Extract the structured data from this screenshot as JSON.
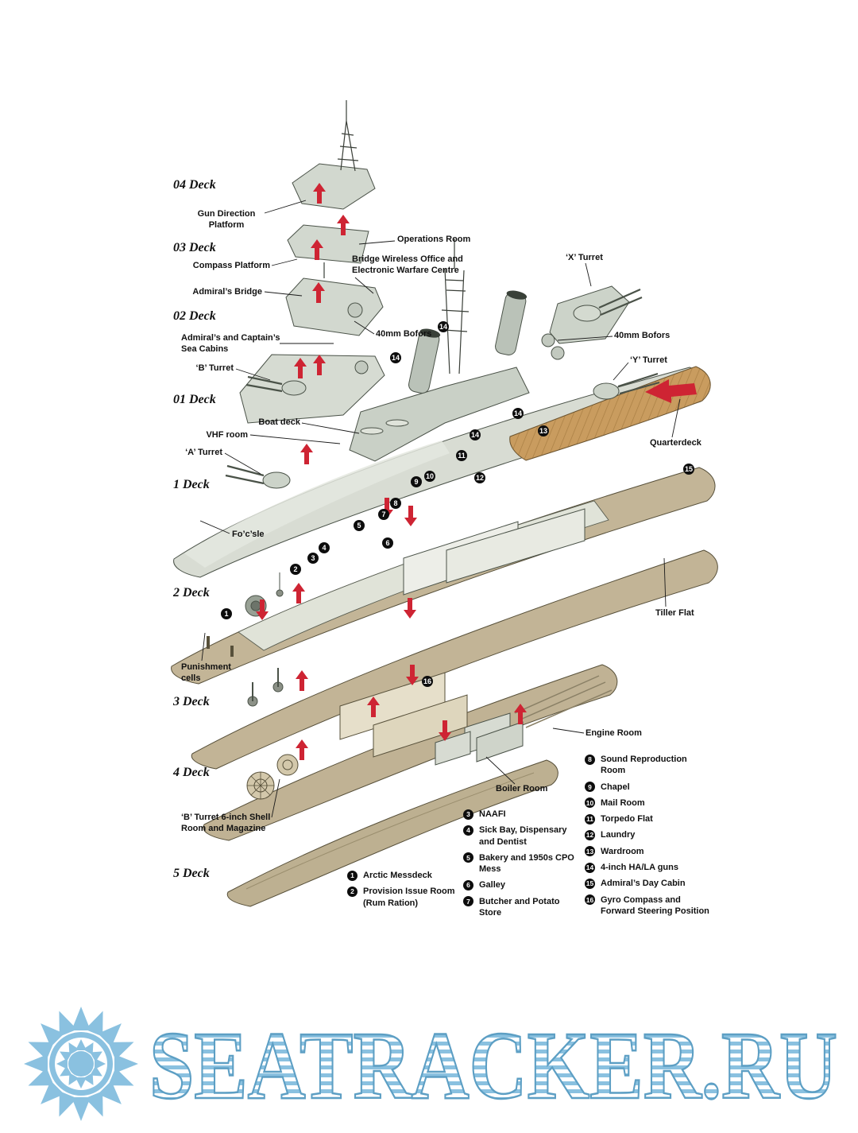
{
  "decks": [
    "04 Deck",
    "03 Deck",
    "02 Deck",
    "01 Deck",
    "1 Deck",
    "2 Deck",
    "3 Deck",
    "4 Deck",
    "5 Deck"
  ],
  "callouts": {
    "gun_direction_platform": "Gun Direction Platform",
    "operations_room": "Operations Room",
    "compass_platform": "Compass Platform",
    "bridge_wireless": "Bridge Wireless Office and Electronic Warfare Centre",
    "admirals_bridge": "Admiral’s Bridge",
    "x_turret": "‘X’ Turret",
    "bofors_left": "40mm Bofors",
    "bofors_right": "40mm Bofors",
    "admirals_captains_cabins": "Admiral’s and Captain’s Sea Cabins",
    "b_turret": "‘B’ Turret",
    "y_turret": "‘Y’ Turret",
    "boat_deck": "Boat deck",
    "vhf_room": "VHF room",
    "a_turret": "‘A’ Turret",
    "quarterdeck": "Quarterdeck",
    "focsle": "Fo’c’sle",
    "tiller_flat": "Tiller Flat",
    "punishment_cells": "Punishment cells",
    "engine_room": "Engine Room",
    "boiler_room": "Boiler Room",
    "b_turret_shell": "‘B’ Turret 6-inch Shell Room and Magazine"
  },
  "legend": [
    {
      "n": "1",
      "label": "Arctic Messdeck"
    },
    {
      "n": "2",
      "label": "Provision Issue Room (Rum Ration)"
    },
    {
      "n": "3",
      "label": "NAAFI"
    },
    {
      "n": "4",
      "label": "Sick Bay, Dispensary and Dentist"
    },
    {
      "n": "5",
      "label": "Bakery and 1950s CPO Mess"
    },
    {
      "n": "6",
      "label": "Galley"
    },
    {
      "n": "7",
      "label": "Butcher and Potato Store"
    },
    {
      "n": "8",
      "label": "Sound Reproduction Room"
    },
    {
      "n": "9",
      "label": "Chapel"
    },
    {
      "n": "10",
      "label": "Mail Room"
    },
    {
      "n": "11",
      "label": "Torpedo Flat"
    },
    {
      "n": "12",
      "label": "Laundry"
    },
    {
      "n": "13",
      "label": "Wardroom"
    },
    {
      "n": "14",
      "label": "4-inch HA/LA guns"
    },
    {
      "n": "15",
      "label": "Admiral’s Day Cabin"
    },
    {
      "n": "16",
      "label": "Gyro Compass and Forward Steering Position"
    }
  ],
  "watermark": {
    "text": "SEATRACKER.RU"
  },
  "colors": {
    "accent_red": "#ce2433",
    "hull_gray": "#d8dcd3",
    "deck_tan": "#c2b496",
    "wood": "#c99c5f",
    "watermark_blue": "#8ac1e0"
  }
}
